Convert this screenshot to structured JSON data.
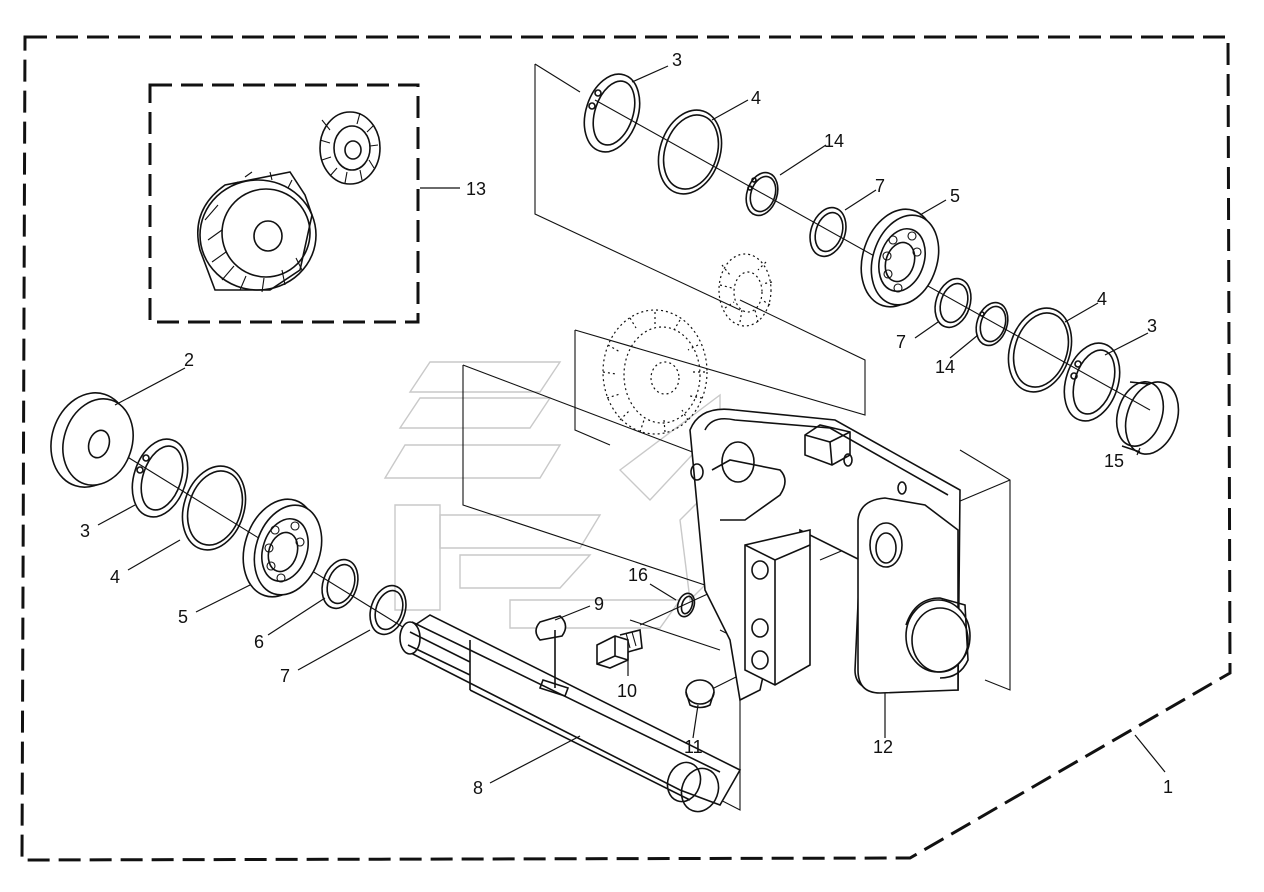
{
  "callouts": {
    "c1": "1",
    "c2": "2",
    "c3_top": "3",
    "c3_mid": "3",
    "c3_left": "3",
    "c4_top": "4",
    "c4_mid": "4",
    "c4_left": "4",
    "c5_top": "5",
    "c5_left": "5",
    "c6": "6",
    "c7_top": "7",
    "c7_mid": "7",
    "c7_left": "7",
    "c8": "8",
    "c9": "9",
    "c10": "10",
    "c11": "11",
    "c12": "12",
    "c13": "13",
    "c14_top": "14",
    "c14_mid": "14",
    "c15": "15",
    "c16": "16"
  },
  "colors": {
    "ink": "#111111",
    "watermark": "#c9c9c9",
    "background": "#ffffff"
  }
}
